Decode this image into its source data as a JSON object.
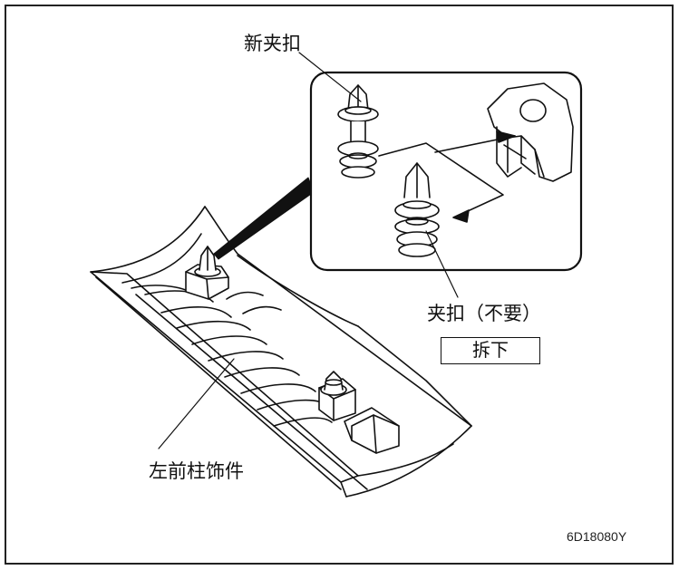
{
  "labels": {
    "new_clip": "新夹扣",
    "old_clip": "夹扣（不要）",
    "remove": "拆下",
    "pillar_trim": "左前柱饰件"
  },
  "figure_code": "6D18080Y",
  "colors": {
    "line": "#111111",
    "background": "#ffffff",
    "leader_fill": "#111111"
  }
}
